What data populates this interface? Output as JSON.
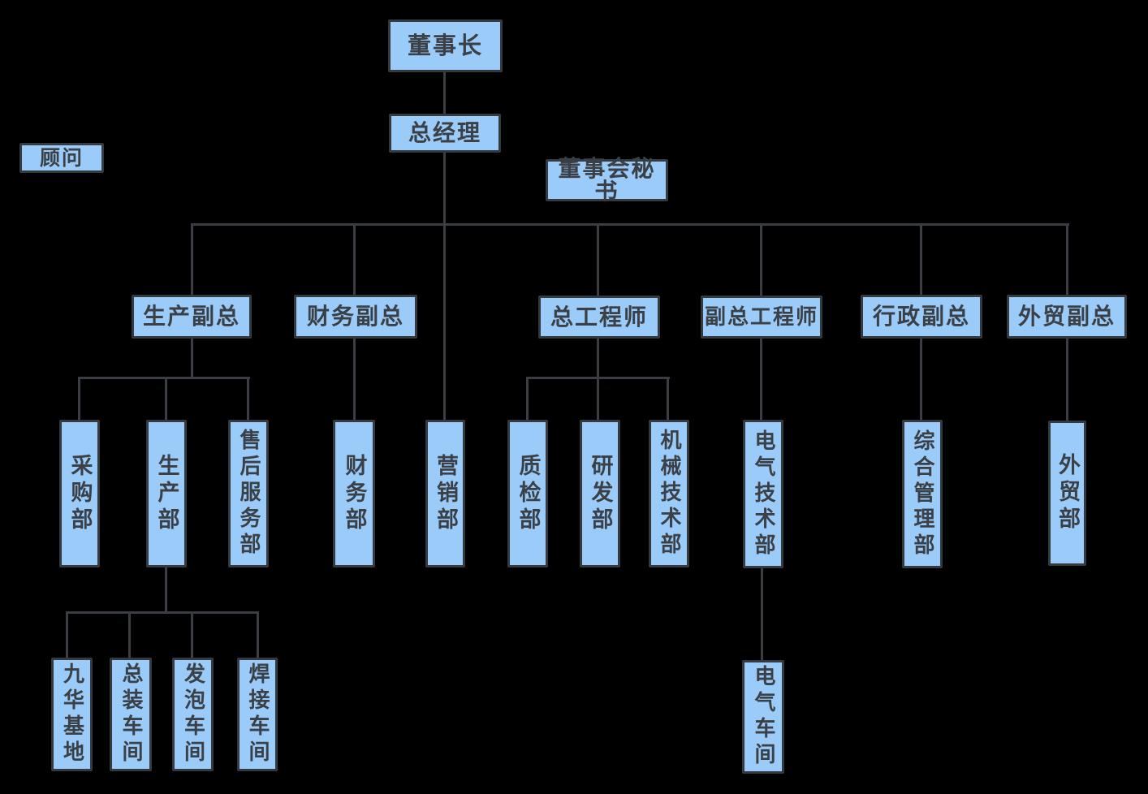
{
  "diagram": {
    "type": "org-chart",
    "background": "black-canvas"
  },
  "colors": {
    "bg": "#000000",
    "fill": "#9ACBF9",
    "border": "#353A41",
    "text": "#3B4046",
    "line": "#3A3D42"
  },
  "nodes": {
    "chairman": "董事长",
    "general_manager": "总经理",
    "advisor": "顾问",
    "board_secretary": "董事会秘书",
    "production_vp": "生产副总",
    "finance_vp": "财务副总",
    "chief_engineer": "总工程师",
    "deputy_chief_engineer": "副总工程师",
    "admin_vp": "行政副总",
    "foreign_trade_vp": "外贸副总",
    "purchasing_dept": "采购部",
    "production_dept": "生产部",
    "after_sales_dept": "售后服务部",
    "finance_dept": "财务部",
    "marketing_dept": "营销部",
    "quality_dept": "质检部",
    "rd_dept": "研发部",
    "mech_tech_dept": "机械技术部",
    "elec_tech_dept": "电气技术部",
    "general_mgmt_dept": "综合管理部",
    "foreign_trade_dept": "外贸部",
    "jiuhua_base": "九华基地",
    "assembly_workshop": "总装车间",
    "foaming_workshop": "发泡车间",
    "welding_workshop": "焊接车间",
    "electrical_workshop": "电气车间"
  },
  "edges": [
    [
      "chairman",
      "general_manager"
    ],
    [
      "general_manager",
      "production_vp"
    ],
    [
      "general_manager",
      "finance_vp"
    ],
    [
      "general_manager",
      "marketing_dept"
    ],
    [
      "general_manager",
      "chief_engineer"
    ],
    [
      "general_manager",
      "deputy_chief_engineer"
    ],
    [
      "general_manager",
      "admin_vp"
    ],
    [
      "general_manager",
      "foreign_trade_vp"
    ],
    [
      "production_vp",
      "purchasing_dept"
    ],
    [
      "production_vp",
      "production_dept"
    ],
    [
      "production_vp",
      "after_sales_dept"
    ],
    [
      "finance_vp",
      "finance_dept"
    ],
    [
      "chief_engineer",
      "quality_dept"
    ],
    [
      "chief_engineer",
      "rd_dept"
    ],
    [
      "chief_engineer",
      "mech_tech_dept"
    ],
    [
      "deputy_chief_engineer",
      "elec_tech_dept"
    ],
    [
      "admin_vp",
      "general_mgmt_dept"
    ],
    [
      "foreign_trade_vp",
      "foreign_trade_dept"
    ],
    [
      "production_dept",
      "jiuhua_base"
    ],
    [
      "production_dept",
      "assembly_workshop"
    ],
    [
      "production_dept",
      "foaming_workshop"
    ],
    [
      "production_dept",
      "welding_workshop"
    ],
    [
      "elec_tech_dept",
      "electrical_workshop"
    ]
  ],
  "floating_nodes": [
    "advisor",
    "board_secretary"
  ]
}
